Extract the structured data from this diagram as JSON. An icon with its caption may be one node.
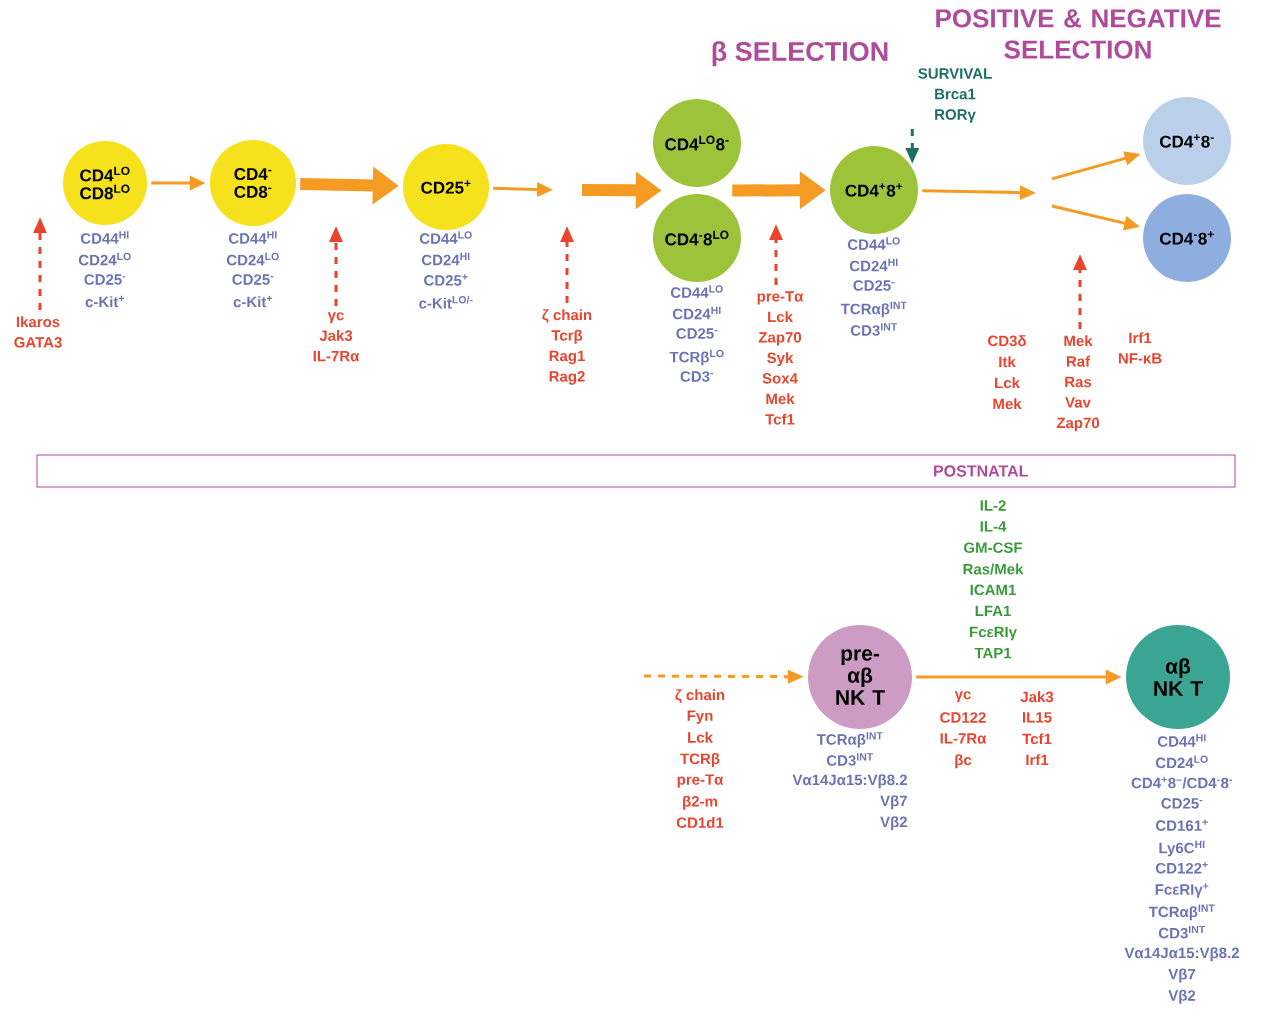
{
  "diagram": {
    "nodes": [
      {
        "text": [
          "CD4$^{LO}$ CD8$^{LO}$"
        ],
        "beside": [
          "CD44$^{HI}$",
          "CD24$^{LO}$",
          "CD25$^{-}$",
          "c-Kit$^{+}$"
        ]
      },
      {
        "text": [
          "CD4$^{-}$ CD8$^{-}$"
        ],
        "beside": [
          "CD44$^{HI}$",
          "CD24$^{LO}$",
          "CD25$^{-}$",
          "c-Kit$^{+}$"
        ]
      },
      {
        "text": [
          "CD25$^{+}$"
        ],
        "beside": [
          "CD44$^{LO}$",
          "CD24$^{HI}$",
          "CD25$^{+}$",
          "c-Kit$^{LO/-}$"
        ]
      },
      {
        "text": [
          "CD4$^{LO}$8$^{-}$"
        ]
      },
      {
        "text": [
          "CD4$^{-}$8$^{LO}$"
        ],
        "beside": [
          "CD44$^{LO}$",
          "CD24$^{HI}$",
          "CD25$^{-}$",
          "TCRβ$^{LO}$",
          "CD3$^{-}$"
        ]
      },
      {
        "text": [
          "CD4$^{+}$8$^{+}$"
        ],
        "beside": [
          "CD44$^{LO}$",
          "CD24$^{HI}$",
          "CD25$^{-}$",
          "TCRαβ$^{INT}$",
          "CD3$^{INT}$"
        ]
      },
      {
        "text": [
          "SURVIVAL",
          "Brca1",
          "RORγ"
        ]
      },
      {
        "text": [
          "CD4$^{+}$8$^{-}$"
        ]
      },
      {
        "text": [
          "CD4$^{-}$8$^{+}$"
        ]
      },
      {
        "text": [
          "Ikaros",
          "GATA3"
        ]
      },
      {
        "text": [
          "γc",
          "Jak3",
          "IL-7Rα"
        ]
      },
      {
        "text": [
          "ζ chain",
          "Tcrβ",
          "Rag1",
          "Rag2"
        ]
      },
      {
        "text": [
          "pre-Tα",
          "Lck",
          "Zap70",
          "Syk",
          "Sox4",
          "Mek",
          "Tcf1"
        ]
      },
      {
        "text": [
          "Mek",
          "Raf",
          "Ras",
          "Vav",
          "Zap70"
        ]
      },
      {
        "text": [
          "POSTNATAL"
        ]
      },
      {
        "text": [
          "pre- αβ NK T"
        ],
        "beside": [
          "TCRαβ$^{INT}$",
          "CD3$^{INT}$",
          "Vα14Jα15:Vβ8.2",
          "Vβ7",
          "Vβ2"
        ]
      },
      {
        "text": [
          "αβ NK T"
        ],
        "beside": [
          "CD44$^{HI}$",
          "CD24$^{LO}$",
          "CD4$^{+}$8$^{–}$/CD4$^{-}$8$^{-}$",
          "CD25$^{-}$",
          "CD161$^{+}$",
          "Ly6C$^{HI}$",
          "CD122$^{+}$",
          "FcεRIγ$^{+}$",
          "TCRαβ$^{INT}$",
          "CD3$^{INT}$",
          "Vα14Jα15:Vβ8.2",
          "Vβ7",
          "Vβ2"
        ]
      }
    ],
    "edges": [
      {
        "from": 0,
        "to": 1,
        "arrow": "to"
      },
      {
        "from": 1,
        "to": 2,
        "arrow": "to",
        "style": "thick"
      },
      {
        "from": 2,
        "to": null,
        "arrow": "to"
      },
      {
        "from": null,
        "to": 3,
        "arrow": "to",
        "style": "thick"
      },
      {
        "from": null,
        "to": 4,
        "arrow": "to",
        "style": "thick"
      },
      {
        "from": 3,
        "to": 5,
        "arrow": "to",
        "style": "thick"
      },
      {
        "from": 4,
        "to": 5,
        "arrow": "to",
        "style": "thick"
      },
      {
        "from": 5,
        "to": null,
        "arrow": "to"
      },
      {
        "from": null,
        "to": 7,
        "arrow": "to"
      },
      {
        "from": null,
        "to": 8,
        "arrow": "to"
      },
      {
        "from": 9,
        "to": null,
        "arrow": "to",
        "style": "dashed",
        "color": "#e8442e"
      },
      {
        "from": 10,
        "to": null,
        "arrow": "to",
        "style": "dashed",
        "color": "#e8442e"
      },
      {
        "from": 11,
        "to": null,
        "arrow": "to",
        "style": "dashed",
        "color": "#e8442e"
      },
      {
        "from": 12,
        "to": null,
        "arrow": "to",
        "style": "dashed",
        "color": "#e8442e"
      },
      {
        "from": 6,
        "to": 5,
        "arrow": "to",
        "style": "dashed",
        "color": "#1e6e66"
      },
      {
        "from": 13,
        "to": null,
        "arrow": "to",
        "style": "dashed",
        "color": "#e8442e"
      },
      {
        "from": null,
        "to": 15,
        "arrow": "to",
        "style": "dashed"
      },
      {
        "from": 15,
        "to": 16,
        "arrow": "to"
      }
    ],
    "labels": [
      "β SELECTION",
      "POSITIVE & NEGATIVE SELECTION",
      "CD3δ",
      "Itk",
      "Lck",
      "Mek",
      "Irf1",
      "NF-κB",
      "IL-2",
      "IL-4",
      "GM-CSF",
      "Ras/Mek",
      "ICAM1",
      "LFA1",
      "FcεRIγ",
      "TAP1",
      "γc",
      "CD122",
      "IL-7Rα",
      "βc",
      "Jak3",
      "IL15",
      "Tcf1",
      "Irf1",
      "ζ chain",
      "Fyn",
      "Lck",
      "TCRβ",
      "pre-Tα",
      "β2-m",
      "CD1d1"
    ]
  }
}
